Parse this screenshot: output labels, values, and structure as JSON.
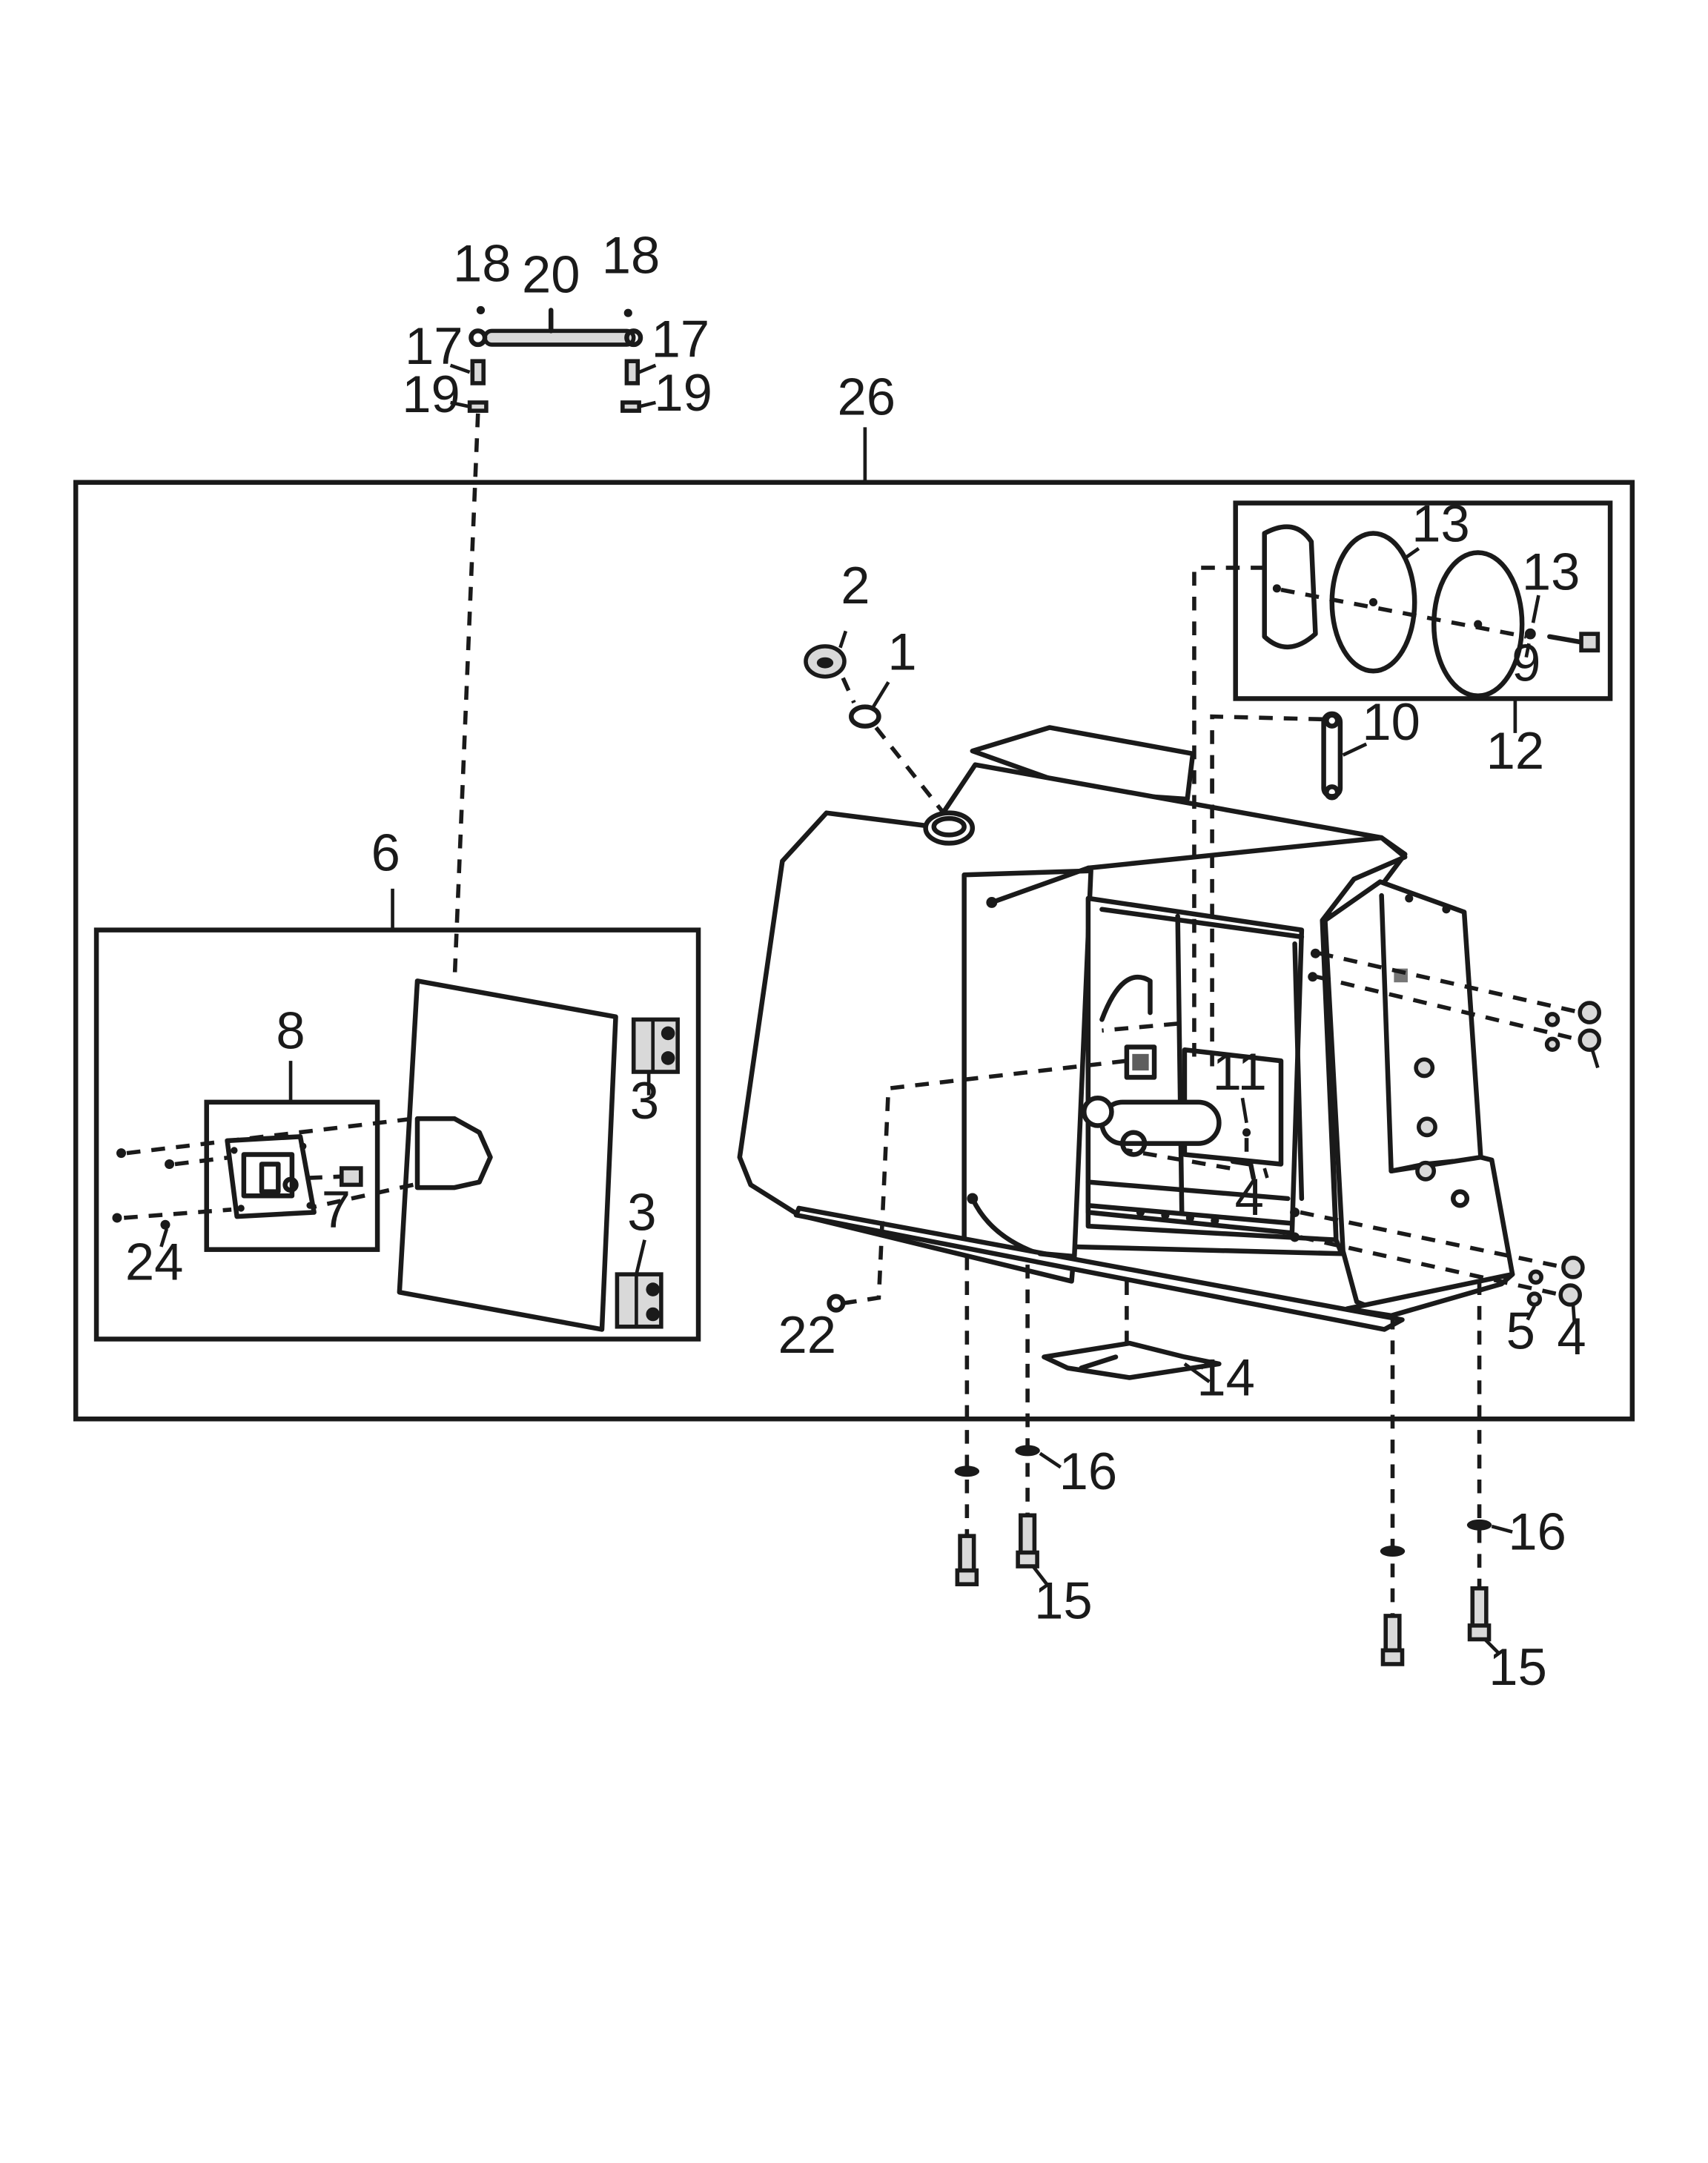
{
  "callouts": {
    "c1": "1",
    "c2": "2",
    "c3a": "3",
    "c3b": "3",
    "c4a": "4",
    "c4b": "4",
    "c5": "5",
    "c6": "6",
    "c7": "7",
    "c8": "8",
    "c9": "9",
    "c10": "10",
    "c11": "11",
    "c12": "12",
    "c13a": "13",
    "c13b": "13",
    "c14": "14",
    "c15a": "15",
    "c15b": "15",
    "c16a": "16",
    "c16b": "16",
    "c17a": "17",
    "c17b": "17",
    "c18a": "18",
    "c18b": "18",
    "c19a": "19",
    "c19b": "19",
    "c20": "20",
    "c22": "22",
    "c24": "24",
    "c26": "26"
  },
  "colors": {
    "line": "#1a1a1a",
    "background": "#ffffff",
    "fill": "#d9d9d9"
  }
}
